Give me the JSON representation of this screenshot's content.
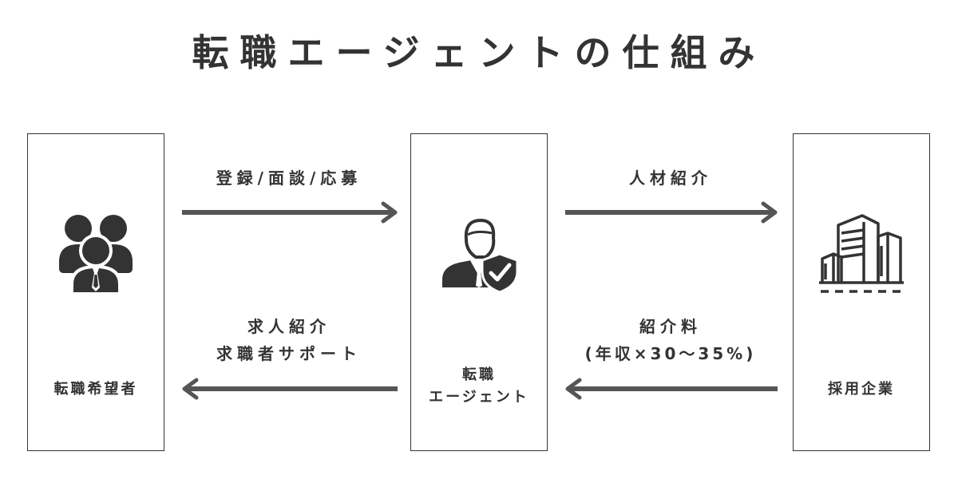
{
  "title": "転職エージェントの仕組み",
  "boxes": {
    "job_seeker": {
      "label": "転職希望者",
      "icon": "people-group-icon"
    },
    "agent": {
      "label_line1": "転職",
      "label_line2": "エージェント",
      "icon": "agent-shield-check-icon"
    },
    "company": {
      "label": "採用企業",
      "icon": "office-buildings-icon"
    }
  },
  "arrows": {
    "register": {
      "label": "登録/面談/応募",
      "direction": "right"
    },
    "talent_referral": {
      "label": "人材紹介",
      "direction": "right"
    },
    "job_referral": {
      "label_line1": "求人紹介",
      "label_line2": "求職者サポート",
      "direction": "left"
    },
    "referral_fee": {
      "label_line1": "紹介料",
      "label_line2": "(年収×30〜35%)",
      "direction": "left"
    }
  },
  "colors": {
    "text": "#333333",
    "arrow": "#555555",
    "border": "#333333",
    "background": "#ffffff"
  }
}
